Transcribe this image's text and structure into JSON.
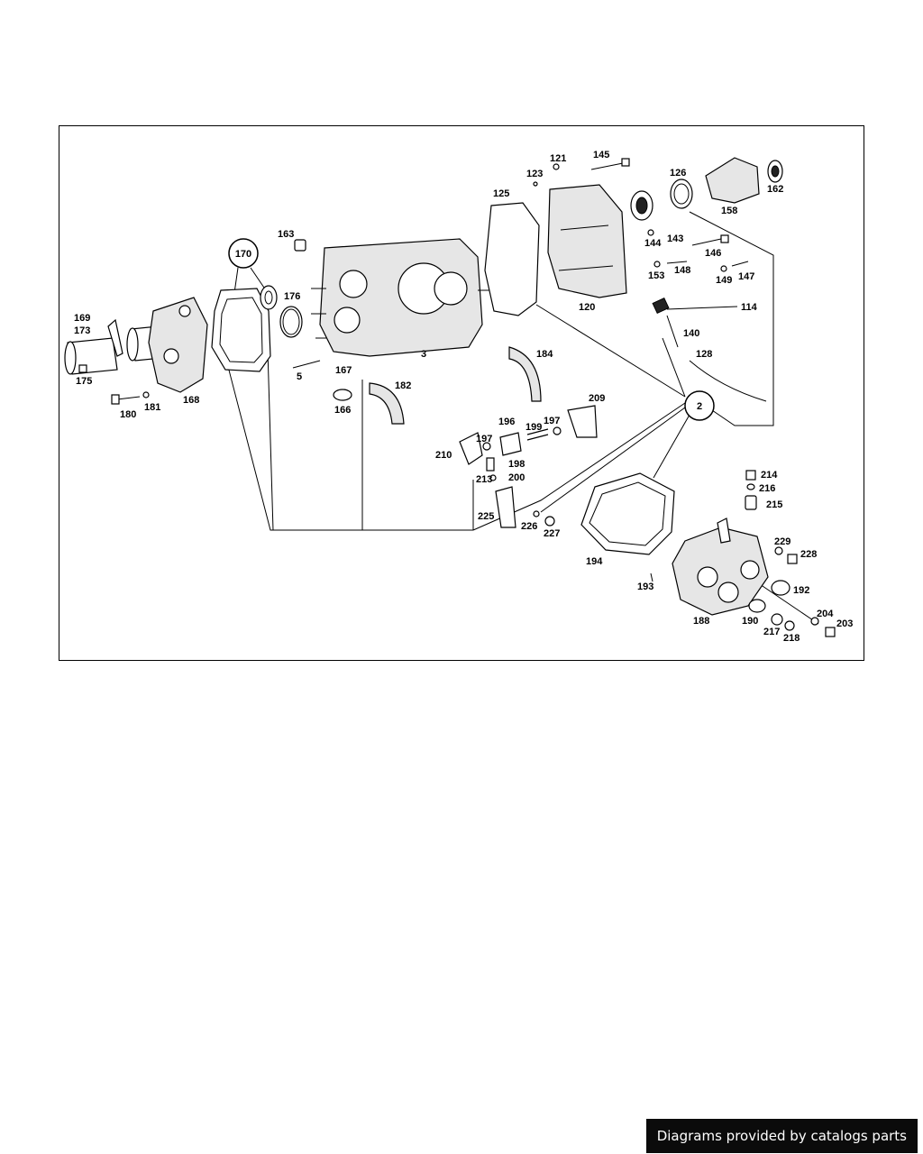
{
  "diagram": {
    "labels": [
      {
        "id": "p121",
        "text": "121"
      },
      {
        "id": "p145",
        "text": "145"
      },
      {
        "id": "p123",
        "text": "123"
      },
      {
        "id": "p126",
        "text": "126"
      },
      {
        "id": "p162",
        "text": "162"
      },
      {
        "id": "p125",
        "text": "125"
      },
      {
        "id": "p158",
        "text": "158"
      },
      {
        "id": "p144",
        "text": "144"
      },
      {
        "id": "p143",
        "text": "143"
      },
      {
        "id": "p163",
        "text": "163"
      },
      {
        "id": "p146",
        "text": "146"
      },
      {
        "id": "p153",
        "text": "153"
      },
      {
        "id": "p148",
        "text": "148"
      },
      {
        "id": "p149",
        "text": "149"
      },
      {
        "id": "p147",
        "text": "147"
      },
      {
        "id": "p176",
        "text": "176"
      },
      {
        "id": "p120",
        "text": "120"
      },
      {
        "id": "p114",
        "text": "114"
      },
      {
        "id": "p169",
        "text": "169"
      },
      {
        "id": "p173",
        "text": "173"
      },
      {
        "id": "p140",
        "text": "140"
      },
      {
        "id": "p3",
        "text": "3"
      },
      {
        "id": "p184",
        "text": "184"
      },
      {
        "id": "p128",
        "text": "128"
      },
      {
        "id": "p175",
        "text": "175"
      },
      {
        "id": "p167",
        "text": "167"
      },
      {
        "id": "p5",
        "text": "5"
      },
      {
        "id": "p182",
        "text": "182"
      },
      {
        "id": "p168",
        "text": "168"
      },
      {
        "id": "p181",
        "text": "181"
      },
      {
        "id": "p180",
        "text": "180"
      },
      {
        "id": "p166",
        "text": "166"
      },
      {
        "id": "p209",
        "text": "209"
      },
      {
        "id": "p196",
        "text": "196"
      },
      {
        "id": "p197a",
        "text": "197"
      },
      {
        "id": "p199",
        "text": "199"
      },
      {
        "id": "p197b",
        "text": "197"
      },
      {
        "id": "p210",
        "text": "210"
      },
      {
        "id": "p198",
        "text": "198"
      },
      {
        "id": "p213",
        "text": "213"
      },
      {
        "id": "p200",
        "text": "200"
      },
      {
        "id": "p214",
        "text": "214"
      },
      {
        "id": "p216",
        "text": "216"
      },
      {
        "id": "p215",
        "text": "215"
      },
      {
        "id": "p225",
        "text": "225"
      },
      {
        "id": "p226",
        "text": "226"
      },
      {
        "id": "p227",
        "text": "227"
      },
      {
        "id": "p229",
        "text": "229"
      },
      {
        "id": "p228",
        "text": "228"
      },
      {
        "id": "p194",
        "text": "194"
      },
      {
        "id": "p193",
        "text": "193"
      },
      {
        "id": "p192",
        "text": "192"
      },
      {
        "id": "p188",
        "text": "188"
      },
      {
        "id": "p190",
        "text": "190"
      },
      {
        "id": "p204",
        "text": "204"
      },
      {
        "id": "p203",
        "text": "203"
      },
      {
        "id": "p217",
        "text": "217"
      },
      {
        "id": "p218",
        "text": "218"
      }
    ],
    "circled": [
      {
        "id": "c170",
        "text": "170"
      },
      {
        "id": "c2",
        "text": "2"
      }
    ]
  },
  "footer": {
    "text": "Diagrams provided by catalogs parts"
  }
}
